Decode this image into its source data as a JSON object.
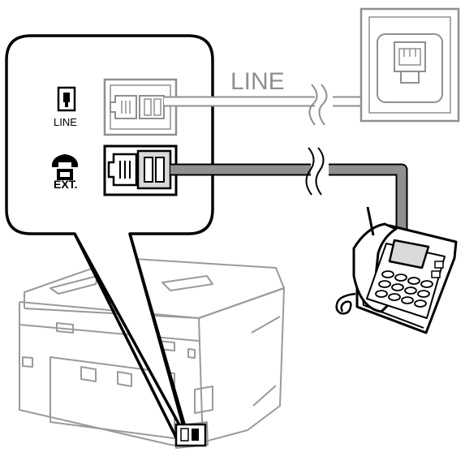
{
  "labels": {
    "line_cable": "LINE",
    "line_port": "LINE",
    "ext_port": "EXT."
  },
  "colors": {
    "outline": "#000000",
    "gray_outline": "#9a9a9a",
    "light_gray": "#d9d9d9",
    "mid_gray": "#8f8f8f",
    "background": "#ffffff"
  },
  "icons": {
    "line_port_icon": "phone-jack-icon",
    "ext_port_icon": "telephone-handset-icon"
  }
}
